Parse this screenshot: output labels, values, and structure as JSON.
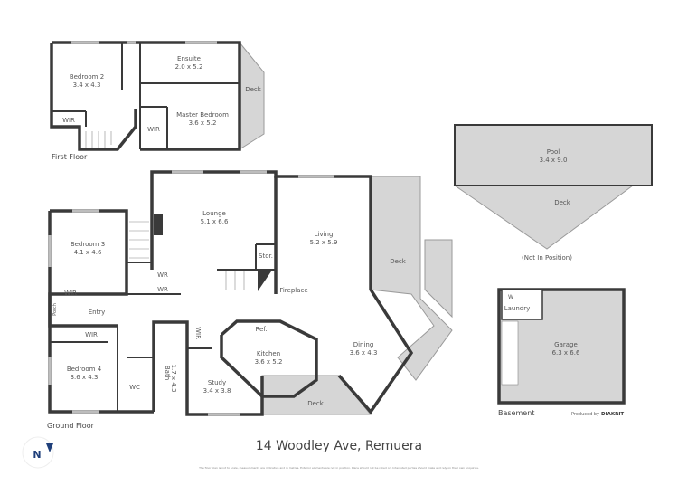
{
  "title": "14 Woodley Ave, Remuera",
  "disclaimer": "The floor plan is not to scale, measurements are indicative and in metres. Exterior elements are not in position. Plans should not be relied on. Interested parties should make and rely on their own enquiries.",
  "producer": {
    "prefix": "Produced by",
    "brand": "DIAKRIT"
  },
  "compass": {
    "letter": "N",
    "color": "#1f3f7a"
  },
  "colors": {
    "wall": "#3a3a3a",
    "deck": "#d6d6d6"
  },
  "floors": {
    "first": {
      "label": "First Floor",
      "rooms": {
        "bedroom2": {
          "name": "Bedroom 2",
          "size": "3.4 x 4.3"
        },
        "ensuite": {
          "name": "Ensuite",
          "size": "2.0 x 5.2"
        },
        "master": {
          "name": "Master Bedroom",
          "size": "3.6 x 5.2"
        },
        "wir1": {
          "name": "WIR"
        },
        "wir2": {
          "name": "WIR"
        },
        "deck": {
          "name": "Deck"
        }
      }
    },
    "ground": {
      "label": "Ground Floor",
      "rooms": {
        "lounge": {
          "name": "Lounge",
          "size": "5.1 x 6.6"
        },
        "living": {
          "name": "Living",
          "size": "5.2 x 5.9"
        },
        "bedroom3": {
          "name": "Bedroom 3",
          "size": "4.1 x 4.6"
        },
        "bedroom4": {
          "name": "Bedroom 4",
          "size": "3.6 x 4.3"
        },
        "kitchen": {
          "name": "Kitchen",
          "size": "3.6 x 5.2"
        },
        "dining": {
          "name": "Dining",
          "size": "3.6 x 4.3"
        },
        "study": {
          "name": "Study",
          "size": "3.4 x 3.8"
        },
        "bath": {
          "name": "Bath",
          "size": "1.7 x 4.3"
        },
        "deck": {
          "name": "Deck"
        },
        "deck2": {
          "name": "Deck"
        },
        "entry": {
          "name": "Entry"
        },
        "porch": {
          "name": "Porch"
        },
        "stor": {
          "name": "Stor."
        },
        "fireplace": {
          "name": "Fireplace"
        },
        "ref": {
          "name": "Ref."
        },
        "wc": {
          "name": "WC"
        },
        "wir_b3": {
          "name": "WIR"
        },
        "wir_b4": {
          "name": "WIR"
        },
        "wir_study": {
          "name": "WIR"
        },
        "wr1": {
          "name": "WR"
        },
        "wr2": {
          "name": "WR"
        }
      }
    },
    "outdoor": {
      "pool": {
        "name": "Pool",
        "size": "3.4 x 9.0"
      },
      "deck": {
        "name": "Deck"
      },
      "note": "(Not In Position)"
    },
    "basement": {
      "label": "Basement",
      "rooms": {
        "garage": {
          "name": "Garage",
          "size": "6.3 x 6.6"
        },
        "laundry": {
          "name": "Laundry"
        },
        "w": {
          "name": "W"
        }
      }
    }
  }
}
